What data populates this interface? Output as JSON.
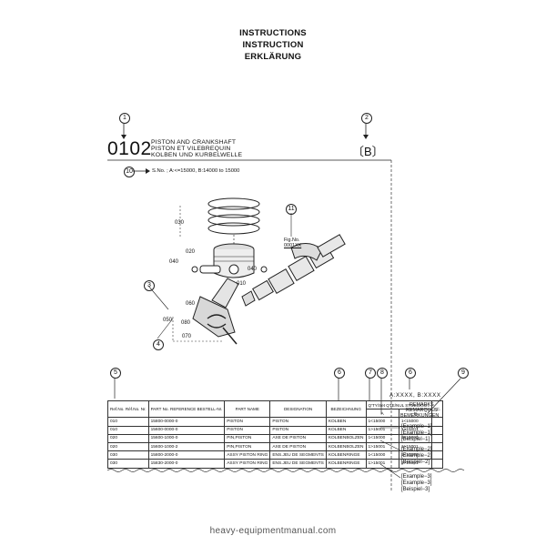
{
  "header": {
    "line1": "INSTRUCTIONS",
    "line2": "INSTRUCTION",
    "line3": "ERKLÄRUNG"
  },
  "callouts": {
    "c1": "1",
    "c2": "2",
    "c3": "3",
    "c4": "4",
    "c5": "5",
    "c6": "6",
    "c7": "7",
    "c8": "8",
    "c9": "9",
    "c10": "10",
    "c11": "11"
  },
  "section": {
    "number": "0102",
    "title_en": "PISTON AND CRANKSHAFT",
    "title_fr": "PISTON ET VILEBREQUIN",
    "title_de": "KOLBEN UND KURBELWELLE",
    "group": "〔B〕",
    "serial": "S.No. ; A:<=15000, B:14000 to 15000"
  },
  "diagram": {
    "labels": {
      "p030": "030",
      "p020": "020",
      "p040": "040",
      "p010": "010",
      "p040b": "040",
      "p060": "060",
      "p050": "050",
      "p080": "080",
      "p070": "070"
    },
    "fig_no": "Fig.No.",
    "fig_val": "0001XX"
  },
  "remarks_header": {
    "codes": "A:XXXX, B:XXXX",
    "en": "REMARKS",
    "fr": "REMARQUES",
    "de": "BEMERKUNGEN"
  },
  "table": {
    "headers": {
      "ref": "Ref.No. Réf.No. Nr.",
      "part": "PART No. REFERENCE BESTELL-Nr.",
      "name": "PART NAME",
      "designation": "DESIGNATION",
      "bez": "BEZEICHNUNG",
      "qty": "Q'TY/Set QTE/NUL STUECK/Sn.",
      "a": "A",
      "b": "B",
      "ic": "I.C."
    },
    "rows": [
      {
        "ref": "010",
        "part": "15800-0000-0",
        "name": "PISTON",
        "des": "PISTON",
        "bez": "KOLBEN",
        "a": "1<15000",
        "b": "1<15000"
      },
      {
        "ref": "010",
        "part": "15600-0000-0",
        "name": "PISTON",
        "des": "PISTON",
        "bez": "KOLBEN",
        "a": "1>15001",
        "b": "1>15001"
      },
      {
        "ref": "020",
        "part": "15600-1000-0",
        "name": "PIN,PISTON",
        "des": "AXE DE PISTON",
        "bez": "KOLBENBOLZEN",
        "a": "1<15000",
        "b": "1<15000"
      },
      {
        "ref": "020",
        "part": "15600-1000-2",
        "name": "PIN,PISTON",
        "des": "AXE DE PISTON",
        "bez": "KOLBENBOLZEN",
        "a": "1>15001",
        "b": "1>15001"
      },
      {
        "ref": "030",
        "part": "15800-2000-0",
        "name": "ASSY PISTON RING",
        "des": "ENS.JEU DE SEGMENTS",
        "bez": "KOLBENRINGE",
        "a": "1<15000",
        "b": "1<15000"
      },
      {
        "ref": "030",
        "part": "15830-2000-0",
        "name": "ASSY PISTON RING",
        "des": "ENS.JEU DE SEGMENTS",
        "bez": "KOLBENRINGE",
        "a": "1>15001",
        "b": "1>15001"
      }
    ],
    "examples": [
      "[Example−1]",
      "[Example−1]",
      "[Beispiel−1]",
      "[Example−2]",
      "[Example−2]",
      "[Beispiel−2]",
      "[Example−3]",
      "[Example−3]",
      "[Beispiel−3]"
    ]
  },
  "footer": "heavy-equipmentmanual.com"
}
